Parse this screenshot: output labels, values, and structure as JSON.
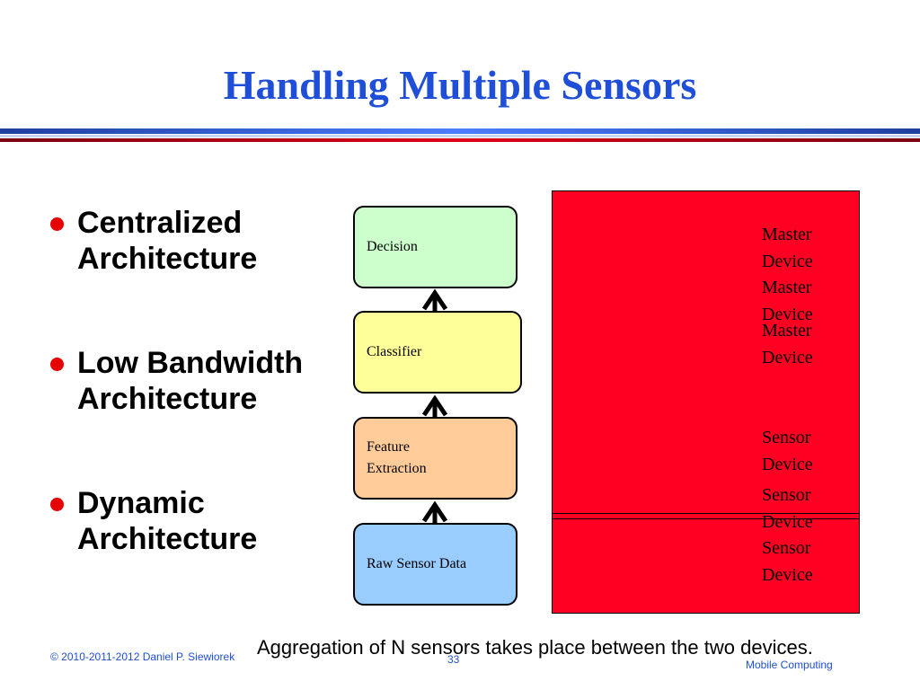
{
  "slide": {
    "title": "Handling Multiple Sensors",
    "bullets": [
      {
        "line1": "Centralized",
        "line2": "Architecture"
      },
      {
        "line1": "Low Bandwidth",
        "line2": "Architecture"
      },
      {
        "line1": "Dynamic",
        "line2": "Architecture"
      }
    ],
    "pipeline": {
      "decision": "Decision",
      "classifier": "Classifier",
      "feature_line1": "Feature",
      "feature_line2": "Extraction",
      "raw": "Raw Sensor Data"
    },
    "devices": {
      "master_line1": "Master",
      "master_line2": "Device",
      "sensor_line1": "Sensor",
      "sensor_line2": "Device"
    },
    "caption": "Aggregation of N sensors takes place between the two devices.",
    "footer": {
      "copyright": "© 2010-2011-2012 Daniel P. Siewiorek",
      "page_number": "33",
      "course": "Mobile Computing"
    },
    "colors": {
      "title": "#1f4fd8",
      "bullet_dot": "#e60000",
      "decision_fill": "#ccffcc",
      "classifier_fill": "#ffff99",
      "feature_fill": "#ffcc99",
      "raw_fill": "#99ccff",
      "device_fill": "#ff0022"
    }
  }
}
